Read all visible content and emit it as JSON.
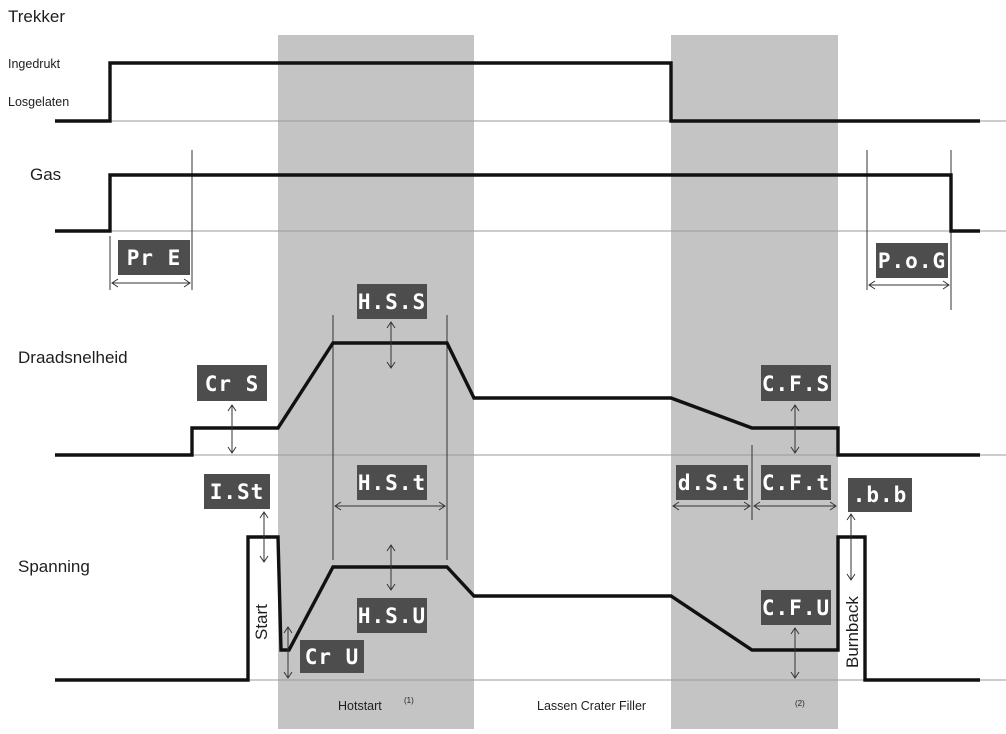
{
  "signals": {
    "trigger": "Trekker",
    "pressed": "Ingedrukt",
    "released": "Losgelaten",
    "gas": "Gas",
    "wire_speed": "Draadsnelheid",
    "voltage": "Spanning"
  },
  "params": {
    "pre": "Pr E",
    "pog": "P.o.G",
    "crs": "Cr S",
    "hss": "H.S.S",
    "hst": "H.S.t",
    "hsu": "H.S.U",
    "ist": "I.St",
    "cru": "Cr U",
    "dst": "d.S.t",
    "cfs": "C.F.S",
    "cft": "C.F.t",
    "cfu": "C.F.U",
    "bb": ".b.b"
  },
  "labels": {
    "start": "Start",
    "burnback": "Burnback"
  },
  "phases": {
    "hotstart": "Hotstart",
    "hotstart_note": "(1)",
    "welding": "Lassen Crater Filler",
    "crater_note": "(2)"
  },
  "colors": {
    "shade": "#c4c4c4",
    "display_bg": "#4d4d4d",
    "signal": "#111111"
  }
}
